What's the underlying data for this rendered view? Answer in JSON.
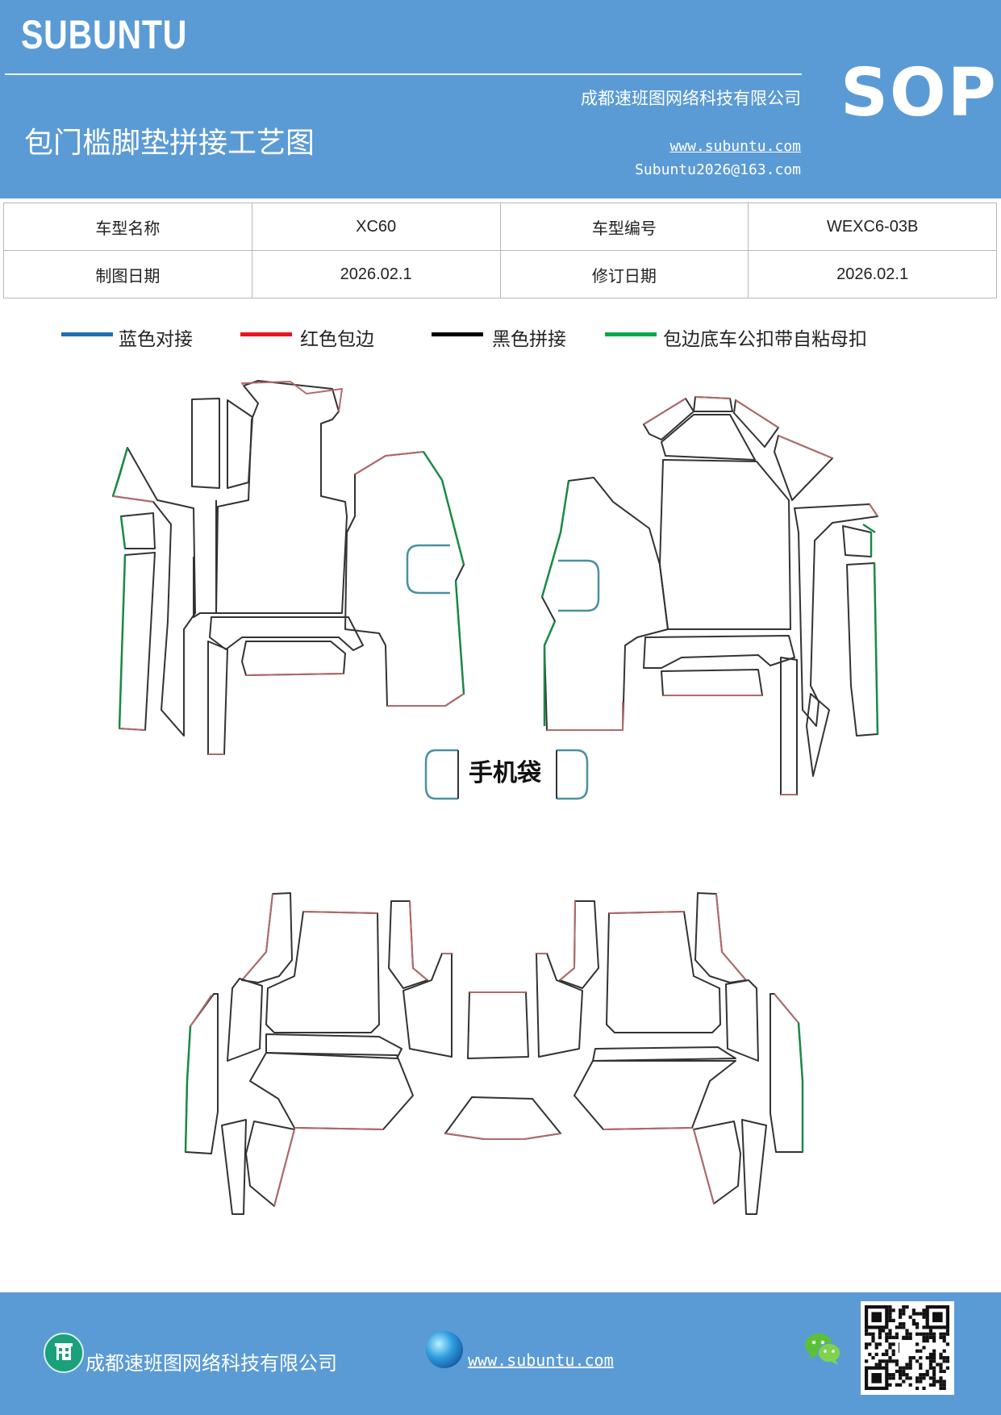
{
  "header": {
    "brand": "SUBUNTU",
    "doc_type": "SOP",
    "company": "成都速班图网络科技有限公司",
    "title": "包门槛脚垫拼接工艺图",
    "website": "www.subuntu.com",
    "email": "Subuntu2026@163.com"
  },
  "info_table": {
    "row1": {
      "label1": "车型名称",
      "value1": "XC60",
      "label2": "车型编号",
      "value2": "WEXC6-03B"
    },
    "row2": {
      "label1": "制图日期",
      "value1": "2026.02.1",
      "label2": "修订日期",
      "value2": "2026.02.1"
    }
  },
  "legend": [
    {
      "label": "蓝色对接",
      "color": "#1f6fb5"
    },
    {
      "label": "红色包边",
      "color": "#e8141e"
    },
    {
      "label": "黑色拼接",
      "color": "#000000"
    },
    {
      "label": "包边底车公扣带自粘母扣",
      "color": "#0aa64a"
    }
  ],
  "drawing": {
    "pocket_label": "手机袋",
    "colors": {
      "black": "#333333",
      "red": "#b36a6a",
      "green": "#1a8a45",
      "teal": "#4a90a0"
    }
  },
  "footer": {
    "company": "成都速班图网络科技有限公司",
    "website": "www.subuntu.com "
  }
}
